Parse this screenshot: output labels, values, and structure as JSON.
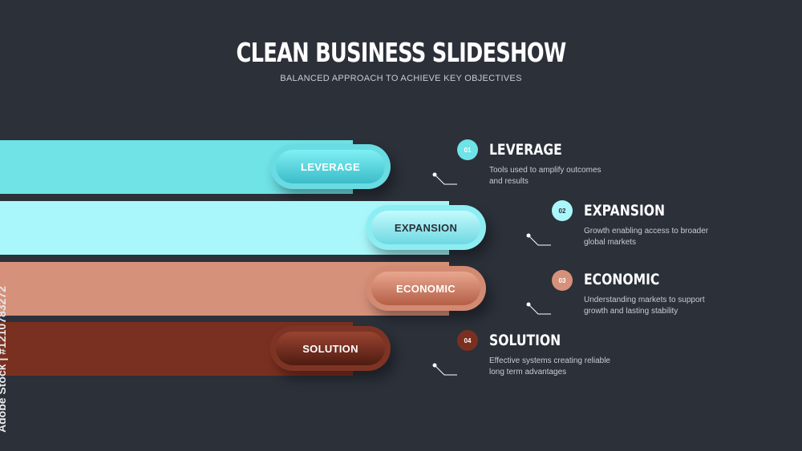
{
  "slide": {
    "title": "CLEAN BUSINESS SLIDESHOW",
    "subtitle": "BALANCED APPROACH TO ACHIEVE KEY OBJECTIVES"
  },
  "items": [
    {
      "number": "01",
      "pill_label": "LEVERAGE",
      "heading": "LEVERAGE",
      "description_line1": "Tools used to amplify outcomes",
      "description_line2": "and results",
      "color": "#6fe3e6",
      "accent": "#3fc3cf"
    },
    {
      "number": "02",
      "pill_label": "EXPANSION",
      "heading": "EXPANSION",
      "description_line1": "Growth enabling access to broader",
      "description_line2": "global markets",
      "color": "#a9f7fa",
      "accent": "#6fd9e4"
    },
    {
      "number": "03",
      "pill_label": "ECONOMIC",
      "heading": "ECONOMIC",
      "description_line1": "Understanding markets to support",
      "description_line2": "growth and lasting stability",
      "color": "#d6917a",
      "accent": "#c06a52"
    },
    {
      "number": "04",
      "pill_label": "SOLUTION",
      "heading": "SOLUTION",
      "description_line1": "Effective systems creating reliable",
      "description_line2": "long term advantages",
      "color": "#7a3020",
      "accent": "#5e2316"
    }
  ],
  "watermark": "Adobe Stock | #1210783272"
}
